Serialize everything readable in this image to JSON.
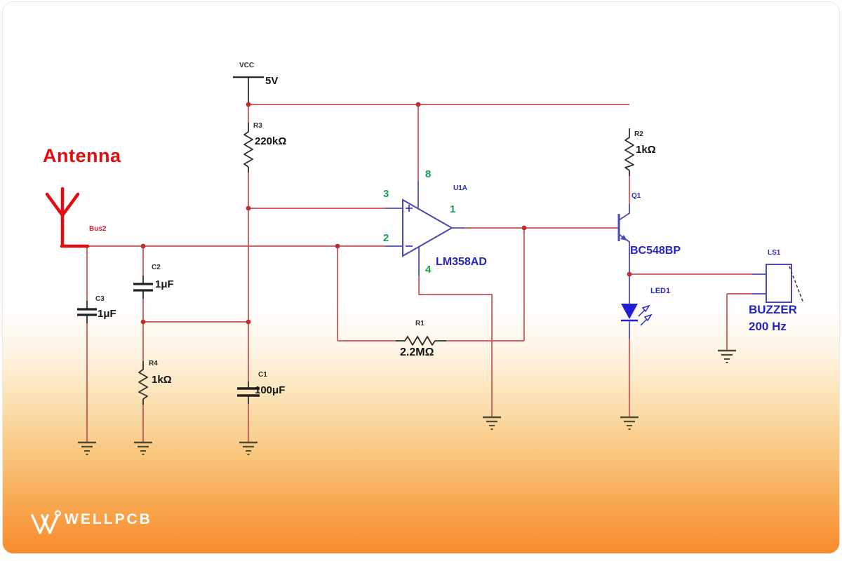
{
  "title": {
    "antenna_label": "Antenna"
  },
  "nets": {
    "power_name": "VCC",
    "power_voltage": "5V",
    "bus_label": "Bus2"
  },
  "components": {
    "r3": {
      "ref": "R3",
      "value": "220kΩ"
    },
    "r2": {
      "ref": "R2",
      "value": "1kΩ"
    },
    "r4": {
      "ref": "R4",
      "value": "1kΩ"
    },
    "r1": {
      "ref": "R1",
      "value": "2.2MΩ"
    },
    "c2": {
      "ref": "C2",
      "value": "1μF"
    },
    "c3": {
      "ref": "C3",
      "value": "1μF"
    },
    "c1": {
      "ref": "C1",
      "value": "100μF"
    },
    "u1": {
      "ref": "U1A",
      "part": "LM358AD",
      "pin_noninverting": "3",
      "pin_inverting": "2",
      "pin_vcc": "8",
      "pin_gnd": "4",
      "pin_output": "1"
    },
    "q1": {
      "ref": "Q1",
      "part": "BC548BP"
    },
    "led1": {
      "ref": "LED1"
    },
    "ls1": {
      "ref": "LS1",
      "type": "BUZZER",
      "frequency": "200 Hz"
    }
  },
  "branding": {
    "logo_text": "WELLPCB"
  },
  "colors": {
    "accent_red": "#e20d12",
    "wire_red": "#c85050",
    "component_blue": "#2a2ac0",
    "pin_green": "#14a14e",
    "brand_orange": "#f78b2b"
  }
}
